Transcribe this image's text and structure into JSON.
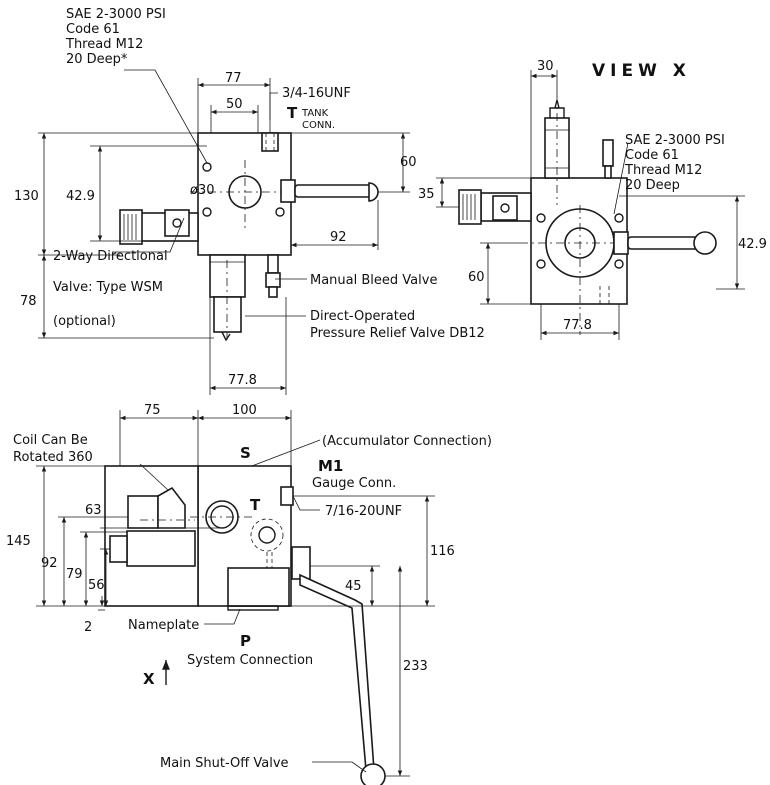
{
  "front_view": {
    "port_spec": [
      "SAE 2-3000 PSI",
      "Code 61",
      "Thread M12",
      "20 Deep*"
    ],
    "dim_77": "77",
    "dim_50": "50",
    "tank_thread": "3/4-16UNF",
    "tank_letter": "T",
    "tank_label_1": "TANK",
    "tank_label_2": "CONN.",
    "dim_60": "60",
    "dim_130": "130",
    "dim_42_9": "42.9",
    "dim_dia30": "ø30",
    "dim_92": "92",
    "dim_78": "78",
    "directional_valve": [
      "2-Way Directional",
      "Valve: Type WSM",
      "(optional)"
    ],
    "bleed_valve": "Manual Bleed Valve",
    "relief_valve": [
      "Direct-Operated",
      "Pressure Relief Valve DB12"
    ],
    "dim_77_8": "77.8"
  },
  "view_x": {
    "title": "VIEW  X",
    "dim_30": "30",
    "port_spec": [
      "SAE 2-3000 PSI",
      "Code 61",
      "Thread M12",
      "20 Deep"
    ],
    "dim_35": "35",
    "dim_42_9": "42.9",
    "dim_60": "60",
    "dim_77_8": "77.8"
  },
  "bottom_view": {
    "dim_75": "75",
    "dim_100": "100",
    "coil_note": [
      "Coil Can Be",
      "Rotated 360"
    ],
    "s_letter": "S",
    "accumulator": "(Accumulator Connection)",
    "m1_letter": "M1",
    "gauge": "Gauge Conn.",
    "t_letter": "T",
    "thread_7_16": "7/16-20UNF",
    "dim_145": "145",
    "dim_92": "92",
    "dim_79": "79",
    "dim_63": "63",
    "dim_56": "56",
    "dim_116": "116",
    "dim_45": "45",
    "dim_2": "2",
    "nameplate": "Nameplate",
    "p_letter": "P",
    "system": "System Connection",
    "x_arrow": "X",
    "dim_233": "233",
    "shutoff": "Main Shut-Off Valve"
  },
  "colors": {
    "line": "#1a1a1a",
    "text": "#111111",
    "background": "#ffffff"
  }
}
